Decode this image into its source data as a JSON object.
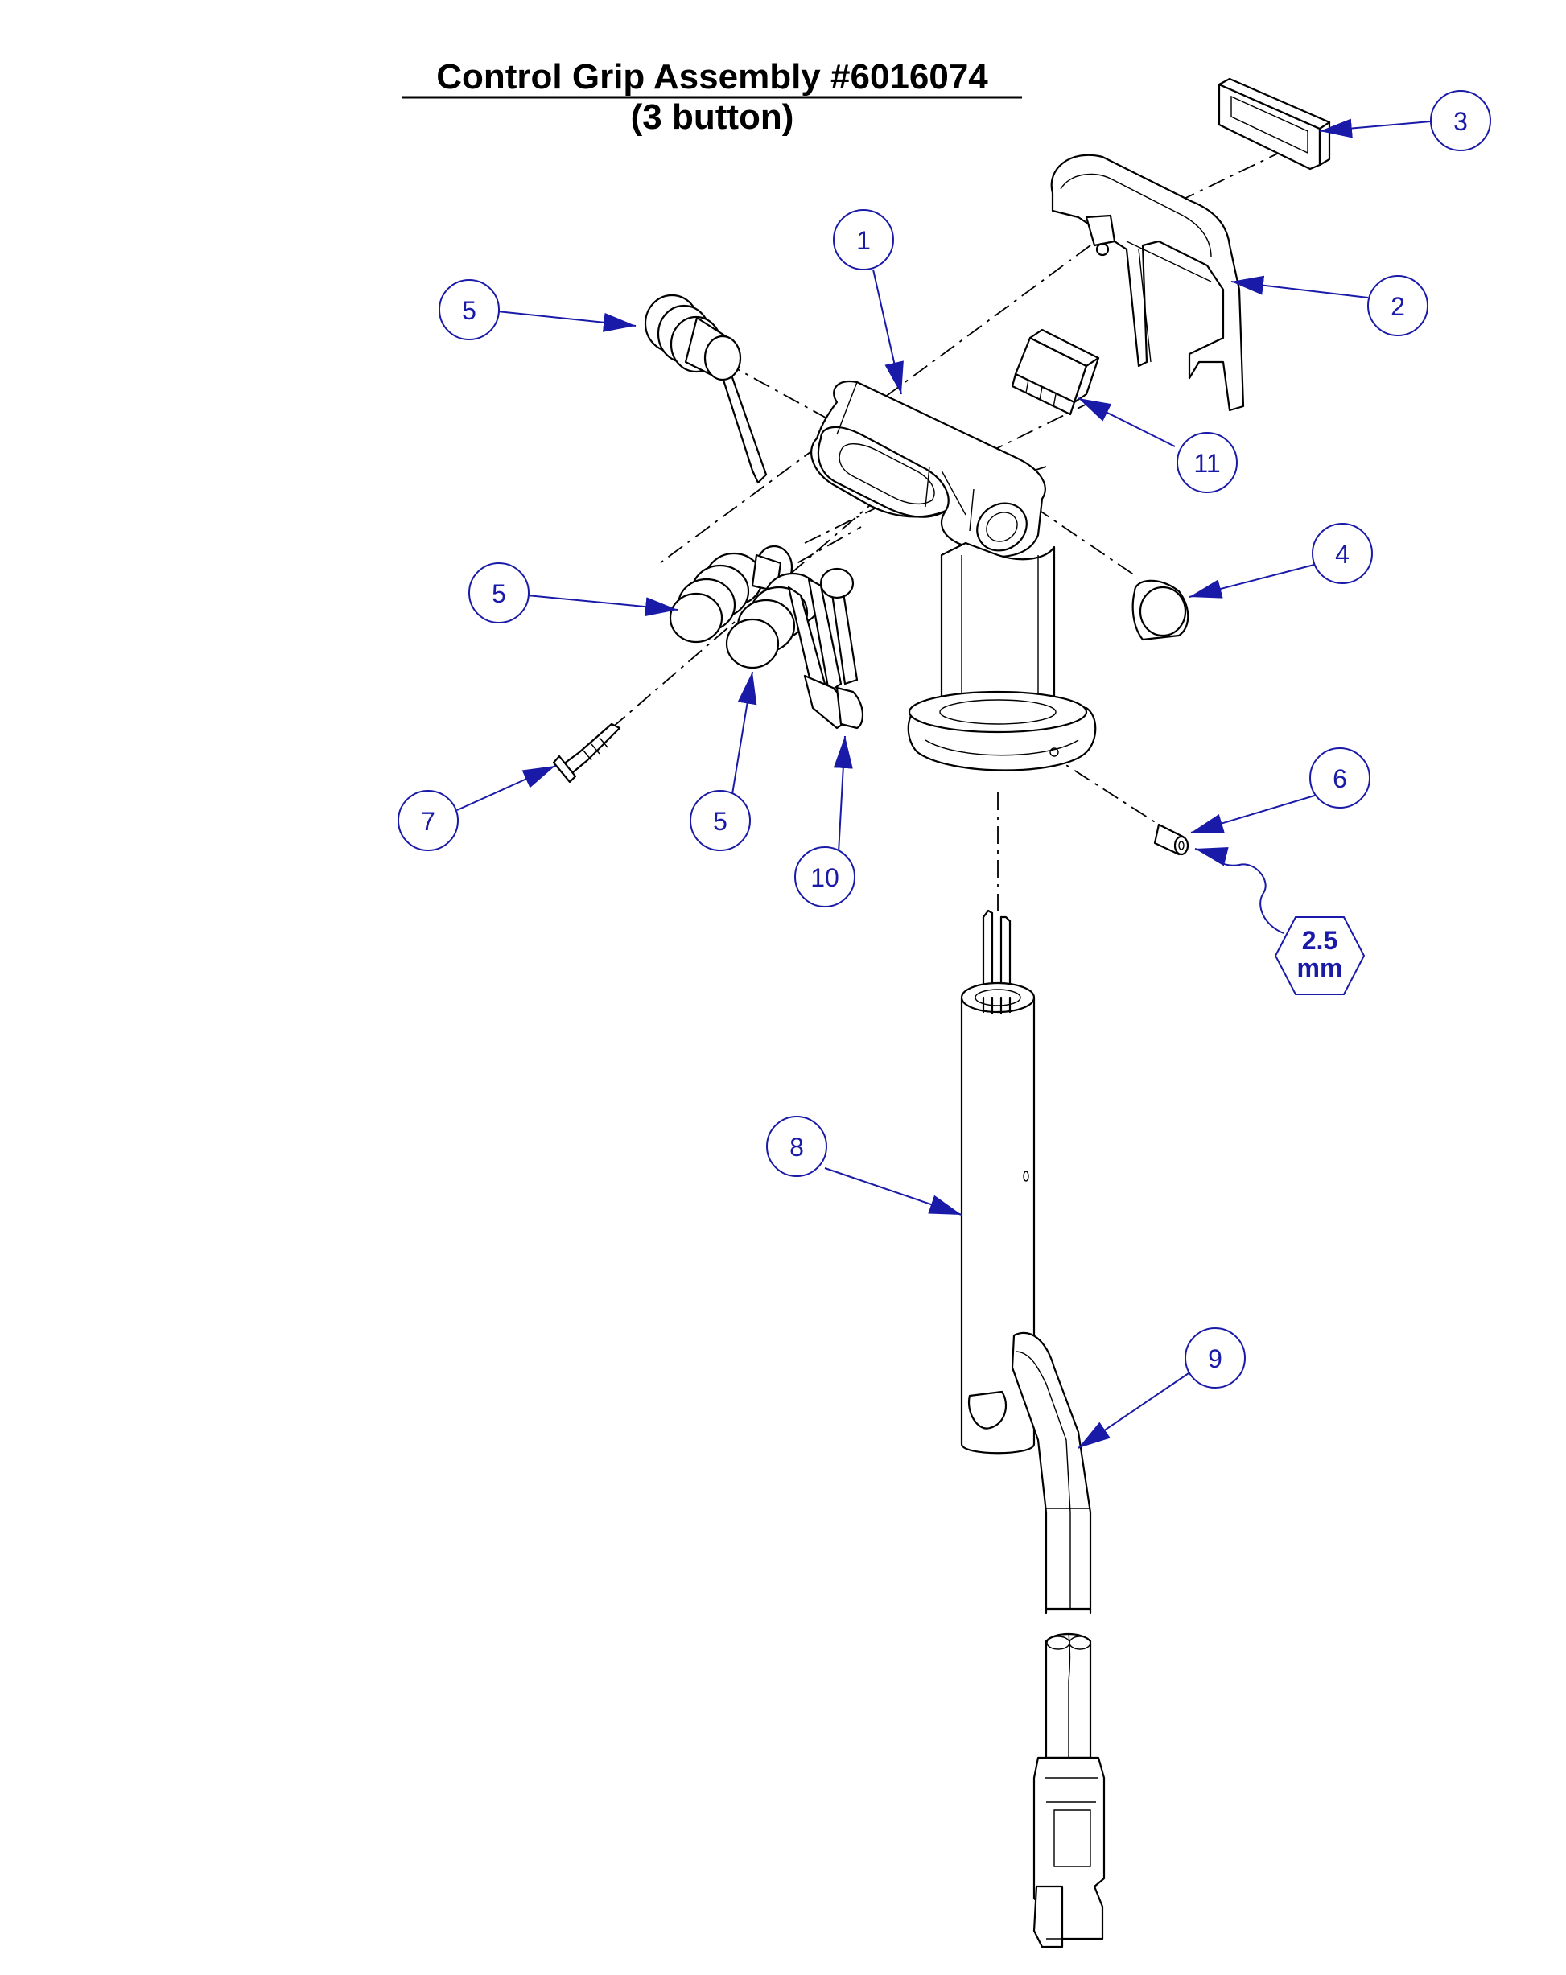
{
  "title": {
    "line1": "Control Grip Assembly #6016074",
    "line2": "(3 button)"
  },
  "callouts": [
    {
      "id": "c1",
      "label": "1"
    },
    {
      "id": "c2",
      "label": "2"
    },
    {
      "id": "c3",
      "label": "3"
    },
    {
      "id": "c4",
      "label": "4"
    },
    {
      "id": "c5a",
      "label": "5"
    },
    {
      "id": "c5b",
      "label": "5"
    },
    {
      "id": "c5c",
      "label": "5"
    },
    {
      "id": "c6",
      "label": "6"
    },
    {
      "id": "c7",
      "label": "7"
    },
    {
      "id": "c8",
      "label": "8"
    },
    {
      "id": "c9",
      "label": "9"
    },
    {
      "id": "c10",
      "label": "10"
    },
    {
      "id": "c11",
      "label": "11"
    }
  ],
  "hex_spec": {
    "line1": "2.5",
    "line2": "mm"
  },
  "colors": {
    "callout": "#1a1aa8",
    "linework": "#000000",
    "background": "#ffffff"
  }
}
